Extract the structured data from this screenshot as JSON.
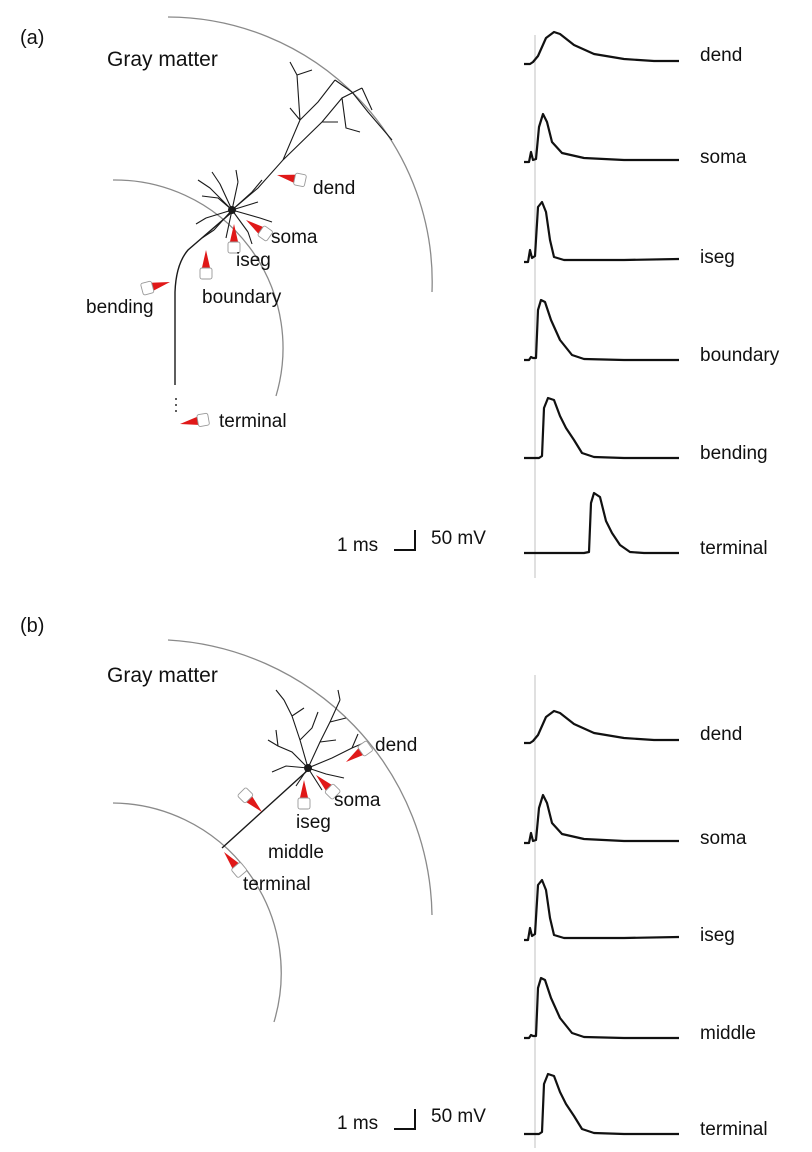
{
  "panel_a": {
    "label": "(a)",
    "title": "Gray matter",
    "electrodes": {
      "dend": "dend",
      "soma": "soma",
      "iseg": "iseg",
      "boundary": "boundary",
      "bending": "bending",
      "terminal": "terminal"
    },
    "scalebar": {
      "time": "1 ms",
      "voltage": "50 mV"
    },
    "traces": [
      {
        "name": "dend",
        "label": "dend",
        "shape": "dend"
      },
      {
        "name": "soma",
        "label": "soma",
        "shape": "soma"
      },
      {
        "name": "iseg",
        "label": "iseg",
        "shape": "iseg"
      },
      {
        "name": "boundary",
        "label": "boundary",
        "shape": "boundary"
      },
      {
        "name": "bending",
        "label": "bending",
        "shape": "bending"
      },
      {
        "name": "terminal",
        "label": "terminal",
        "shape": "terminal_late"
      }
    ]
  },
  "panel_b": {
    "label": "(b)",
    "title": "Gray matter",
    "electrodes": {
      "dend": "dend",
      "soma": "soma",
      "iseg": "iseg",
      "middle": "middle",
      "terminal": "terminal"
    },
    "scalebar": {
      "time": "1 ms",
      "voltage": "50 mV"
    },
    "traces": [
      {
        "name": "dend",
        "label": "dend",
        "shape": "dend"
      },
      {
        "name": "soma",
        "label": "soma",
        "shape": "soma"
      },
      {
        "name": "iseg",
        "label": "iseg",
        "shape": "iseg"
      },
      {
        "name": "middle",
        "label": "middle",
        "shape": "boundary"
      },
      {
        "name": "terminal",
        "label": "terminal",
        "shape": "bending"
      }
    ]
  },
  "colors": {
    "electrode": "#e01818",
    "boundary_arc": "#8a8a8a",
    "trace": "#111111"
  }
}
